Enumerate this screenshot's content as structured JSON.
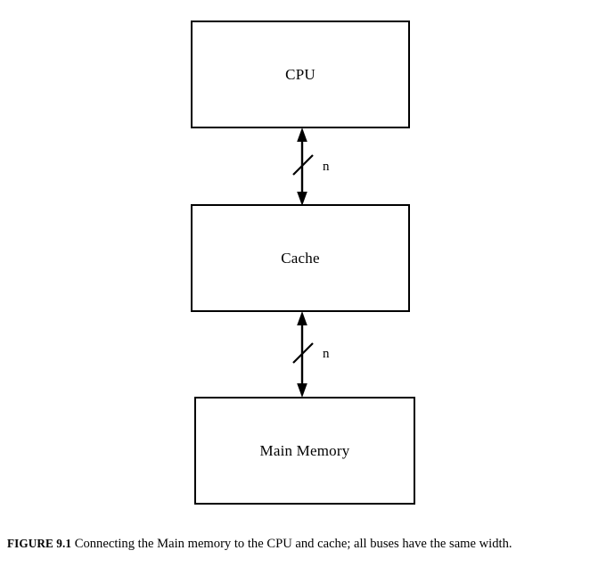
{
  "figure": {
    "caption_label": "FIGURE 9.1",
    "caption_text": "Connecting the Main memory to the CPU and cache; all buses have the same width.",
    "stroke_color": "#000000",
    "background_color": "#ffffff"
  },
  "diagram": {
    "type": "block-diagram",
    "orientation": "vertical-stack",
    "nodes": [
      {
        "id": "cpu",
        "label": "CPU"
      },
      {
        "id": "cache",
        "label": "Cache"
      },
      {
        "id": "main-memory",
        "label": "Main Memory"
      }
    ],
    "connectors": [
      {
        "id": "cpu-cache",
        "from": "cpu",
        "to": "cache",
        "arrow": "double",
        "bus_width_label": "n",
        "slash_notation": true
      },
      {
        "id": "cache-memory",
        "from": "cache",
        "to": "main-memory",
        "arrow": "double",
        "bus_width_label": "n",
        "slash_notation": true
      }
    ]
  }
}
